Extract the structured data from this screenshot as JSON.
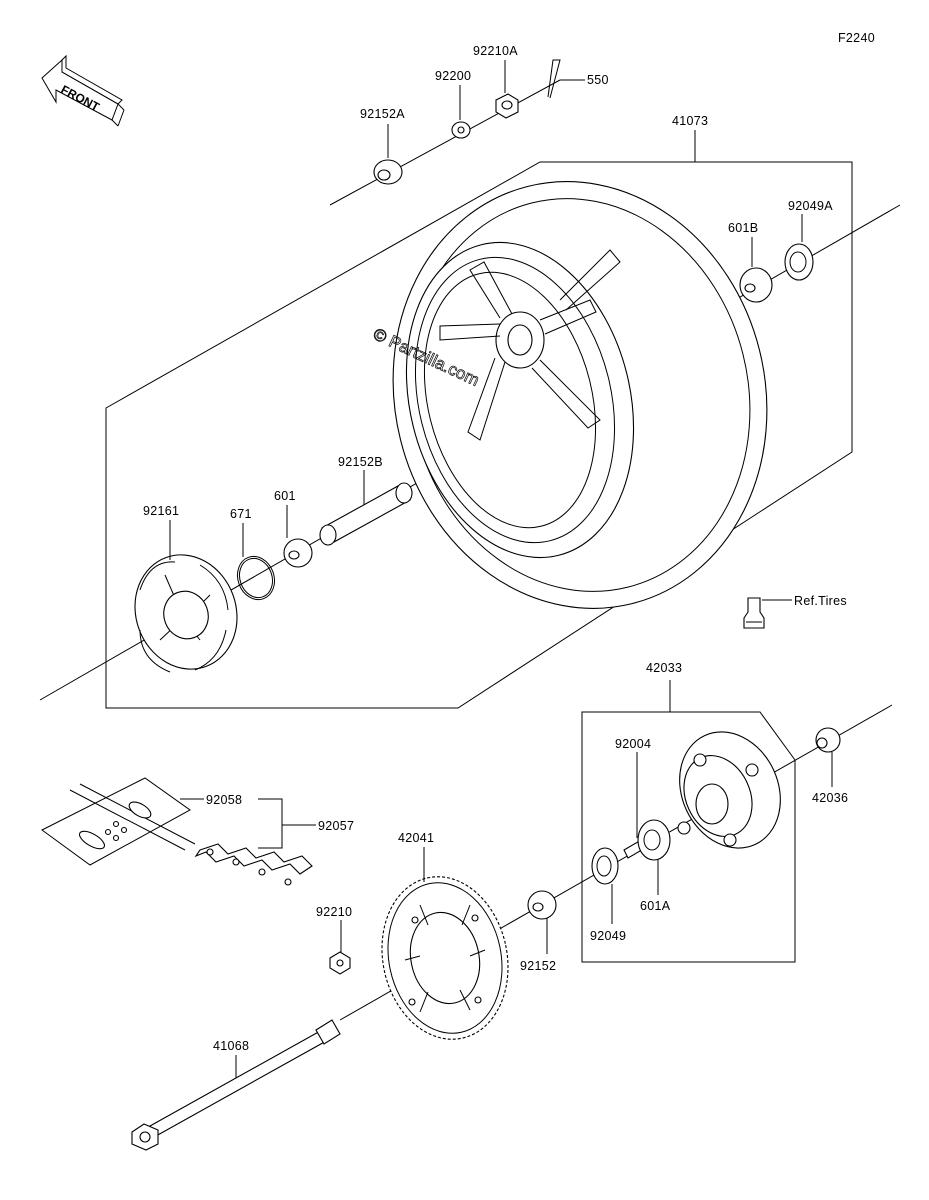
{
  "figure_code": "F2240",
  "front_label": "FRONT",
  "watermark": "© Partzilla.com",
  "labels": {
    "p41073": "41073",
    "p92210A": "92210A",
    "p550": "550",
    "p92200": "92200",
    "p92152A": "92152A",
    "p92049A": "92049A",
    "p601B": "601B",
    "p92152B": "92152B",
    "p92161": "92161",
    "p671": "671",
    "p601": "601",
    "ref_tires": "Ref.Tires",
    "p42033": "42033",
    "p92004": "92004",
    "p42036": "42036",
    "p92058": "92058",
    "p92057": "92057",
    "p42041": "42041",
    "p92210": "92210",
    "p92152": "92152",
    "p92049": "92049",
    "p601A": "601A",
    "p41068": "41068"
  }
}
